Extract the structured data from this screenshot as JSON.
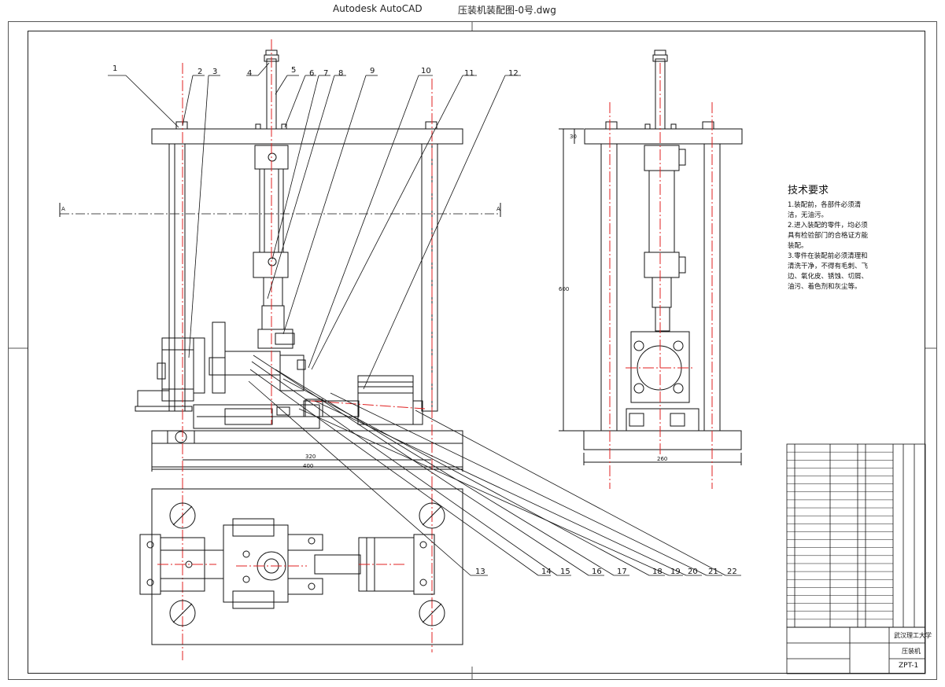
{
  "window": {
    "app_title": "Autodesk AutoCAD",
    "file_name": "压装机装配图-0号.dwg"
  },
  "drawing": {
    "callouts": [
      "1",
      "2",
      "3",
      "4",
      "5",
      "6",
      "7",
      "8",
      "9",
      "10",
      "11",
      "12",
      "13",
      "14",
      "15",
      "16",
      "17",
      "18",
      "19",
      "20",
      "21",
      "22"
    ],
    "dimensions": {
      "base_width_1": "320",
      "base_width_2": "400",
      "side_width": "260",
      "side_height": "600",
      "top_plate": "30"
    },
    "section_mark": "A"
  },
  "tech_requirements": {
    "title": "技术要求",
    "items": [
      "1.装配前，各部件必须清洁，无油污。",
      "2.进入装配的零件，均必须具有检验部门的合格证方能装配。",
      "3.零件在装配前必须清理和清洗干净，不得有毛刺、飞边、氧化皮、锈蚀、切屑、油污、着色剂和灰尘等。"
    ]
  },
  "title_block": {
    "school": "武汉理工大学",
    "drawing_name": "压装机",
    "drawing_no": "ZPT-1"
  },
  "colors": {
    "line": "#111111",
    "centerline": "#e02020",
    "frame": "#222222"
  }
}
